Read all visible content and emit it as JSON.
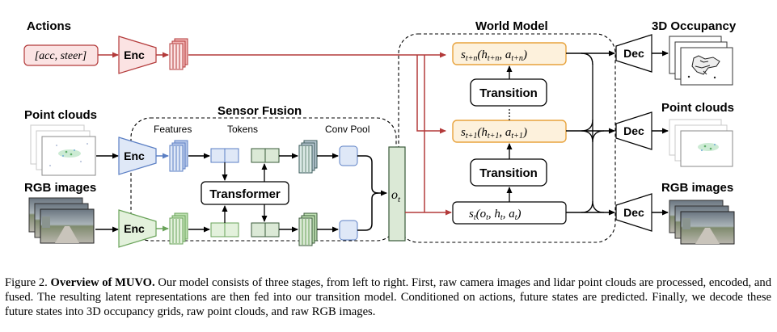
{
  "labels": {
    "actions": "Actions",
    "action_vector": "[acc, steer]",
    "enc": "Enc",
    "dec": "Dec",
    "point_clouds": "Point clouds",
    "rgb_images": "RGB images",
    "sensor_fusion": "Sensor Fusion",
    "features": "Features",
    "tokens": "Tokens",
    "conv_pool": "Conv Pool",
    "transformer": "Transformer",
    "o_t": "o",
    "o_t_sub": "t",
    "world_model": "World Model",
    "transition": "Transition",
    "occupancy_3d": "3D Occupancy",
    "out_point_clouds": "Point clouds",
    "out_rgb_images": "RGB images"
  },
  "states": {
    "s_tn": {
      "base": "s",
      "sub": "t+n",
      "args": "(h",
      "a1": "t+n",
      "mid": ", a",
      "a2": "t+n",
      "end": ")"
    },
    "s_t1": {
      "base": "s",
      "sub": "t+1",
      "args": "(h",
      "a1": "t+1",
      "mid": ", a",
      "a2": "t+1",
      "end": ")"
    },
    "s_t": {
      "base": "s",
      "sub": "t",
      "args": "(o",
      "a1": "t",
      "h": ", h",
      "hsub": "t",
      "mid": ", a",
      "a2": "t",
      "end": ")"
    }
  },
  "caption": {
    "fig": "Figure 2.",
    "title": "Overview of MUVO.",
    "text": " Our model consists of three stages, from left to right. First, raw camera images and lidar point clouds are processed, encoded, and fused. The resulting latent representations are then fed into our transition model. Conditioned on actions, future states are predicted. Finally, we decode these future states into 3D occupancy grids, raw point clouds, and raw RGB images."
  },
  "colors": {
    "action_red": "#b33a3a",
    "action_fill": "#fbe3e3",
    "lidar_blue": "#5b7fc4",
    "lidar_fill": "#dfe8f7",
    "rgb_green": "#6aa35a",
    "rgb_fill": "#e3f1dc",
    "state_orange": "#e8a33d",
    "state_fill": "#fdf1dc",
    "latent_fill": "#dbe9d6",
    "latent_stroke": "#3a5a3a"
  }
}
